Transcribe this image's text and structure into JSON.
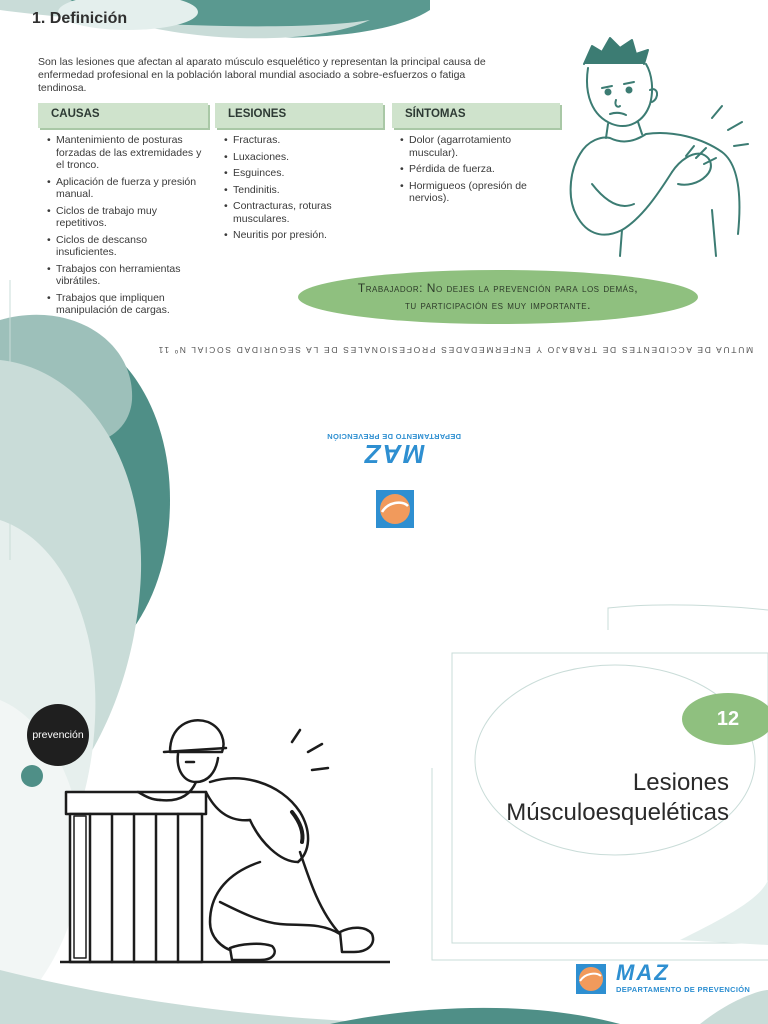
{
  "section": {
    "title": "1. Definición",
    "intro": "Son las lesiones que afectan al aparato músculo esquelético y representan la principal causa de enfermedad profesional en la población laboral mundial asociado a sobre-esfuerzos o fatiga tendinosa."
  },
  "columns": [
    {
      "heading": "CAUSAS",
      "items": [
        "Mantenimiento de posturas forzadas de las extremidades y el tronco.",
        "Aplicación de fuerza y presión manual.",
        "Ciclos de trabajo muy repetitivos.",
        "Ciclos de descanso insuficientes.",
        "Trabajos con herramientas vibrátiles.",
        "Trabajos que impliquen manipulación de cargas."
      ]
    },
    {
      "heading": "LESIONES",
      "items": [
        "Fracturas.",
        "Luxaciones.",
        "Esguinces.",
        "Tendinitis.",
        "Contracturas, roturas musculares.",
        "Neuritis por presión."
      ]
    },
    {
      "heading": "SÍNTOMAS",
      "items": [
        "Dolor (agarrotamiento muscular).",
        "Pérdida de fuerza.",
        "Hormigueos (opresión de nervios)."
      ]
    }
  ],
  "banner": {
    "line1": "Trabajador: No dejes la prevención para los demás,",
    "line2": "tu participación es muy importante."
  },
  "mirror_text": "MUTUA DE ACCIDENTES DE TRABAJO Y ENFERMEDADES PROFESIONALES DE LA SEGURIDAD SOCIAL Nº 11",
  "logo": {
    "name": "MAZ",
    "department": "DEPARTAMENTO DE PREVENCIÓN"
  },
  "cover": {
    "tag": "prevención",
    "number": "12",
    "title_line1": "Lesiones",
    "title_line2": "Músculoesqueléticas"
  },
  "colors": {
    "teal": "#4f8f87",
    "pale_teal": "#c9dcd8",
    "green": "#8fc07f",
    "header_green": "#cfe3cc",
    "maz_blue": "#2e8fd1",
    "maz_orange": "#f19a5c"
  }
}
